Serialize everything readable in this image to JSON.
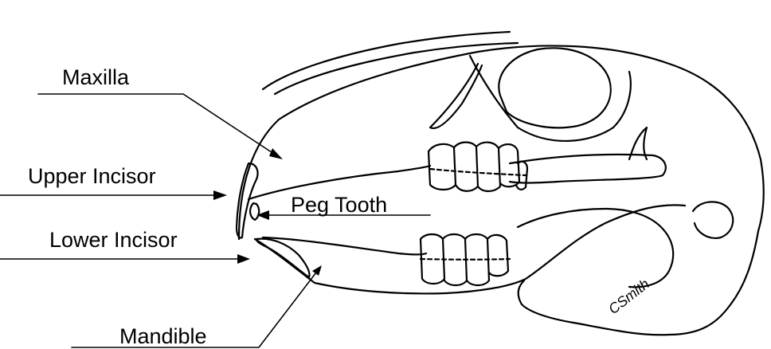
{
  "labels": {
    "maxilla": "Maxilla",
    "upper_incisor": "Upper Incisor",
    "peg_tooth": "Peg Tooth",
    "lower_incisor": "Lower Incisor",
    "mandible": "Mandible"
  },
  "signature": "CSmith",
  "colors": {
    "ink": "#000000",
    "background": "#ffffff"
  }
}
